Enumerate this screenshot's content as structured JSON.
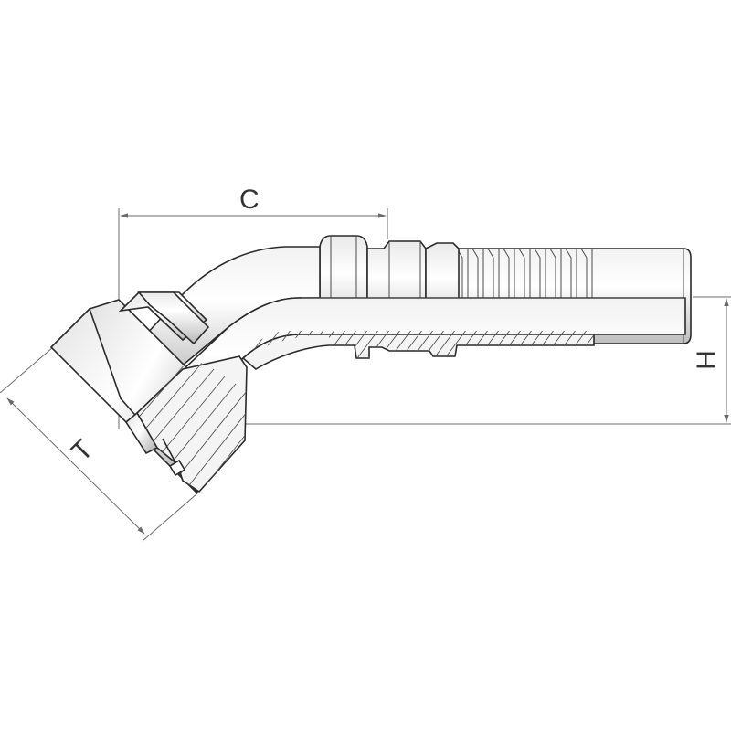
{
  "drawing": {
    "dimensions": {
      "c_label": "C",
      "h_label": "H",
      "t_label": "T"
    },
    "colors": {
      "background": "#ffffff",
      "outline": "#2a2a2a",
      "metal_light": "#ffffff",
      "metal_dark": "#b9b9b9",
      "dimension": "#6b6b6b"
    }
  }
}
